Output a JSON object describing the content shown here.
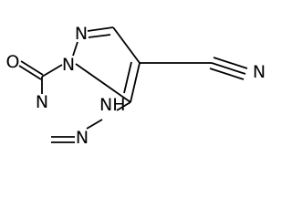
{
  "molecule": {
    "atom_labels": {
      "ketone_oxygen": "O",
      "bridgehead_nitrogen": "N",
      "pyrazole_nitrogen": "N",
      "triazine_nitrogen_lower_left": "N",
      "triazine_nitrogen_lower_right": "N",
      "amine_nh": "NH",
      "nitrile_nitrogen": "N"
    },
    "line_color": "#000000",
    "background_color": "#ffffff"
  }
}
